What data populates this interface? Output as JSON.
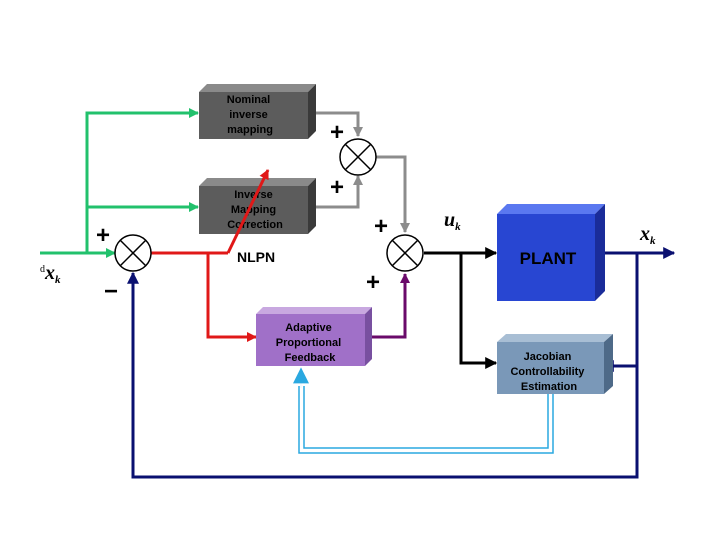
{
  "blocks": {
    "nominal": [
      "Nominal",
      "inverse",
      "mapping"
    ],
    "correction": [
      "Inverse",
      "Mapping",
      "Correction"
    ],
    "adaptive": [
      "Adaptive",
      "Proportional",
      "Feedback"
    ],
    "plant": "PLANT",
    "jacobian": [
      "Jacobian",
      "Controllability",
      "Estimation"
    ]
  },
  "labels": {
    "nlpn": "NLPN",
    "input_pre": "d",
    "input_var": "x",
    "input_sub": "k",
    "control_var": "u",
    "control_sub": "k",
    "output_var": "x",
    "output_sub": "k"
  },
  "signs": {
    "sum1_top": "+",
    "sum1_bottom": "−",
    "sum2_top": "+",
    "sum2_bottom": "+",
    "sum3_left": "+",
    "sum3_bottom": "+"
  },
  "colors": {
    "green": "#22c16c",
    "red": "#e01818",
    "gray": "#8c8c8c",
    "black": "#000000",
    "navy": "#0a1070",
    "purple": "#6a0a6a",
    "cyan": "#2aa8e0",
    "block_gray": "#5c5c5c",
    "block_purple": "#a070c8",
    "block_plant": "#2846d2",
    "block_jacobian": "#7a98b8"
  }
}
